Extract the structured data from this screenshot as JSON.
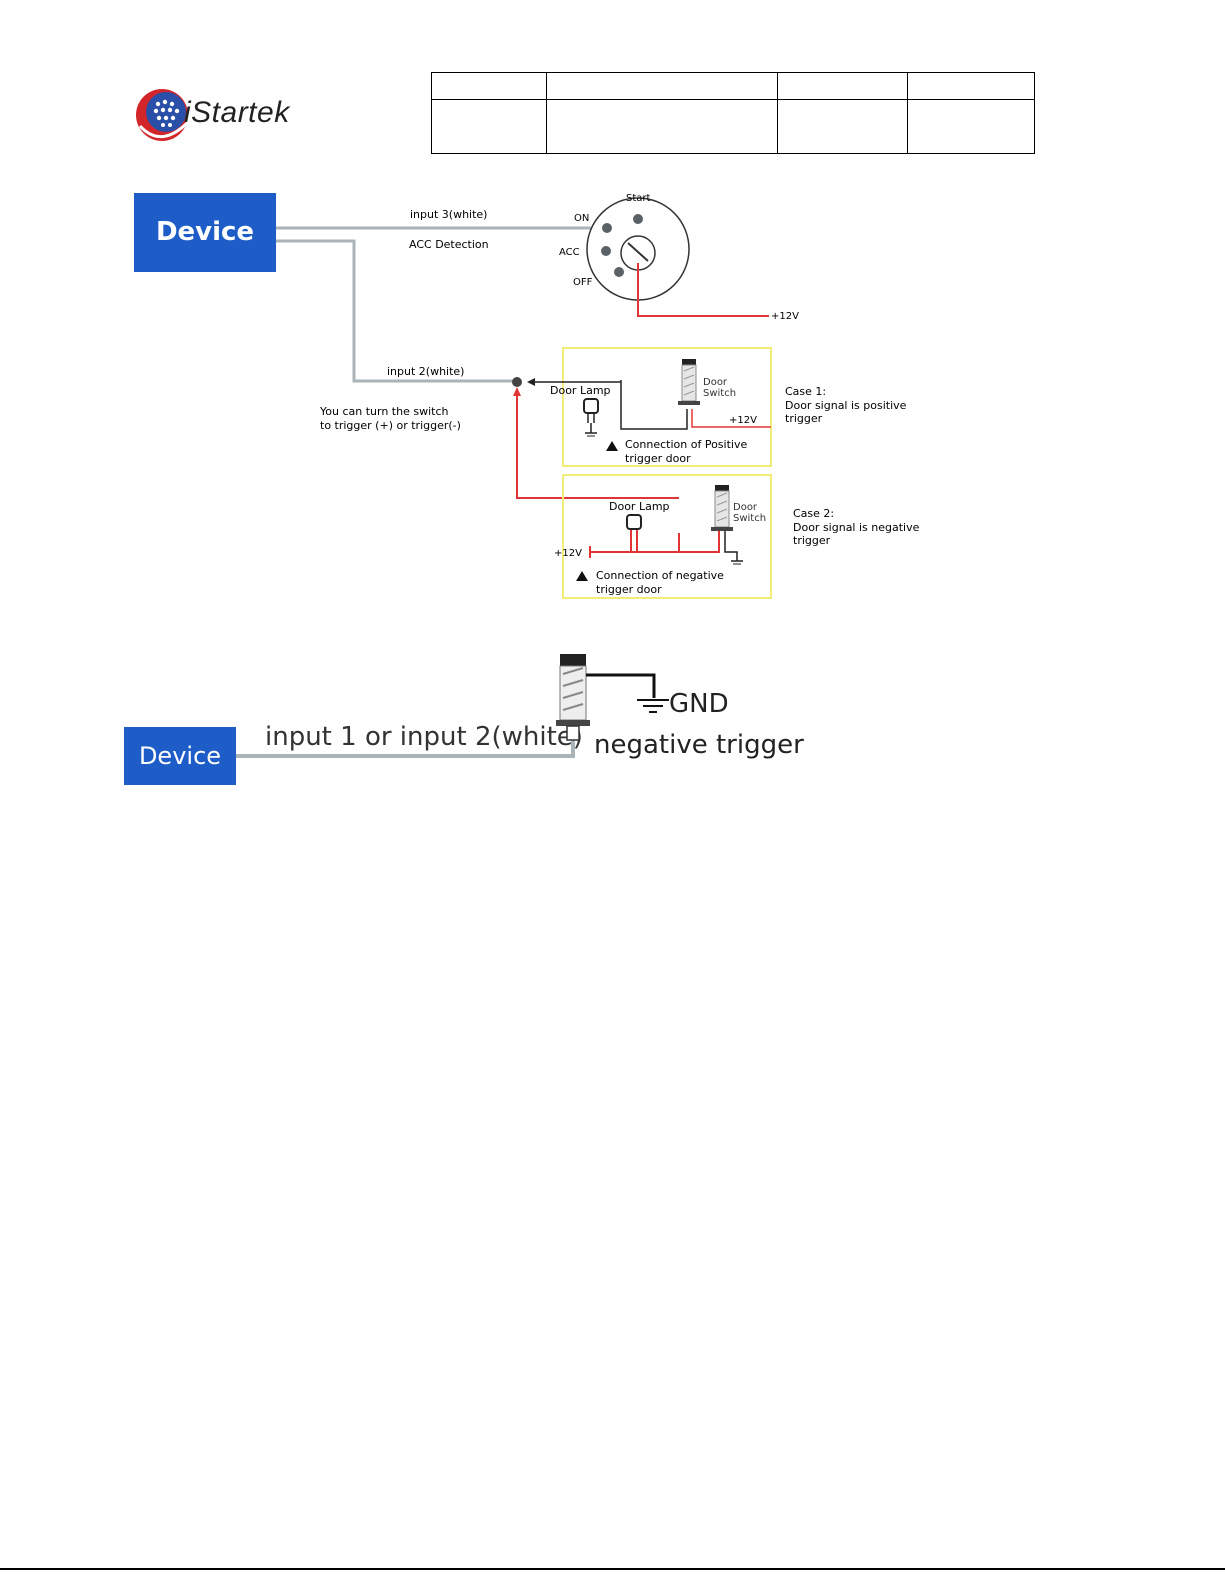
{
  "brand": {
    "name": "iStartek",
    "colors": {
      "red": "#d2262a",
      "blue": "#1e5cc8"
    }
  },
  "header_table": {
    "rows": [
      [
        "",
        "",
        "",
        ""
      ],
      [
        "",
        "",
        "",
        ""
      ]
    ]
  },
  "diagram1": {
    "device_label": "Device",
    "input3_label": "input 3(white)",
    "acc_detection": "ACC Detection",
    "ignition": {
      "start": "Start",
      "on": "ON",
      "acc": "ACC",
      "off": "OFF",
      "voltage": "+12V"
    },
    "input2_label": "input 2(white)",
    "switch_note_line1": "You can  turn  the  switch",
    "switch_note_line2": "to  trigger  (+)  or  trigger(-)",
    "case1": {
      "door_lamp": "Door Lamp",
      "door_switch_line1": "Door",
      "door_switch_line2": "Switch",
      "voltage": "+12V",
      "caption_line1": "Connection  of  Positive",
      "caption_line2": "trigger door",
      "title_line1": "Case    1:",
      "title_line2": "Door    signal    is    positive",
      "title_line3": "trigger"
    },
    "case2": {
      "door_lamp": "Door Lamp",
      "door_switch_line1": "Door",
      "door_switch_line2": "Switch",
      "voltage": "+12V",
      "caption_line1": "Connection  of  negative",
      "caption_line2": "trigger door",
      "title_line1": "Case    2:",
      "title_line2": "Door    signal    is    negative",
      "title_line3": "trigger"
    }
  },
  "diagram2": {
    "device_label": "Device",
    "input_label": "input 1 or  input 2(white)",
    "gnd_label": "GND",
    "trigger_label": "negative trigger"
  }
}
